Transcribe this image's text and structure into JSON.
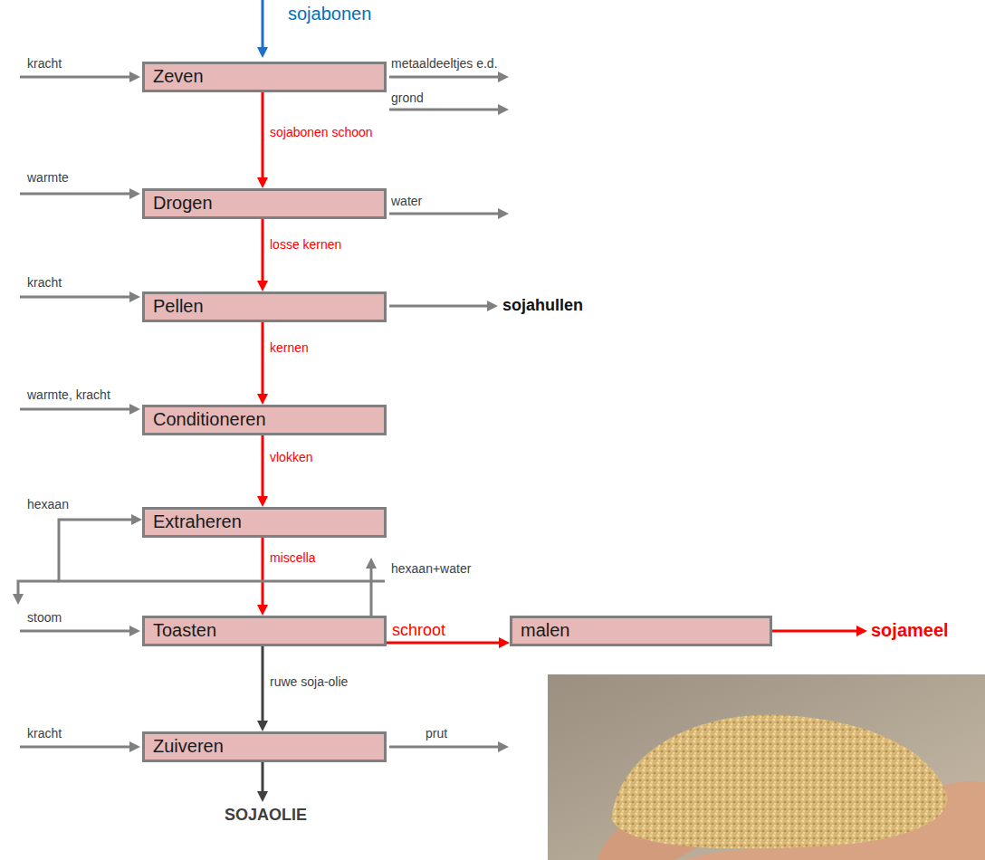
{
  "diagram": {
    "nodes": [
      {
        "text": [
          "Zeven"
        ]
      },
      {
        "text": [
          "Drogen"
        ]
      },
      {
        "text": [
          "Pellen"
        ]
      },
      {
        "text": [
          "Conditioneren"
        ]
      },
      {
        "text": [
          "Extraheren"
        ]
      },
      {
        "text": [
          "Toasten"
        ]
      },
      {
        "text": [
          "malen"
        ]
      },
      {
        "text": [
          "Zuiveren"
        ]
      }
    ],
    "edges": [
      {
        "from": 0,
        "to": 1,
        "arrow": "to",
        "label": "sojabonen schoon"
      },
      {
        "from": 1,
        "to": 2,
        "arrow": "to",
        "label": "losse kernen"
      },
      {
        "from": 2,
        "to": 3,
        "arrow": "to",
        "label": "kernen"
      },
      {
        "from": 3,
        "to": 4,
        "arrow": "to",
        "label": "vlokken"
      },
      {
        "from": 4,
        "to": 5,
        "arrow": "to",
        "label": "miscella"
      },
      {
        "from": 5,
        "to": 6,
        "arrow": "to",
        "label": "schroot"
      },
      {
        "from": 5,
        "to": 7,
        "arrow": "to",
        "label": "ruwe soja-olie"
      },
      {
        "from": 5,
        "to": 4,
        "arrow": "to"
      }
    ],
    "labels": [
      "sojabonen",
      "kracht",
      "metaaldeeltjes e.d.",
      "grond",
      "warmte",
      "water",
      "kracht",
      "sojahullen",
      "warmte, kracht",
      "hexaan",
      "hexaan+water",
      "stoom",
      "sojameel",
      "kracht",
      "prut",
      "SOJAOLIE"
    ]
  }
}
